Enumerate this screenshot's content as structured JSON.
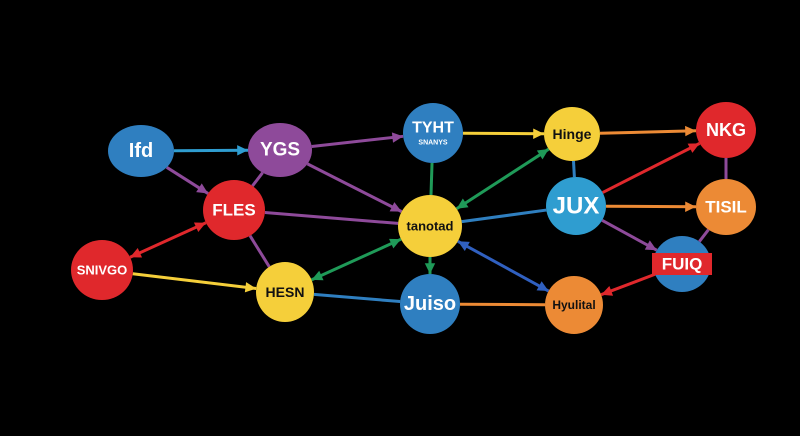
{
  "colors": {
    "background": "#000000",
    "blue": "#2f7fc0",
    "purple": "#8e4a9a",
    "red": "#e0282c",
    "yellow": "#f5cf3a",
    "orange": "#ec8a35",
    "lightblue": "#2f9dd0",
    "green": "#1f9a58"
  },
  "nodes": {
    "ifd": {
      "label": "Ifd",
      "color": "#2f7fc0",
      "text_color": "#ffffff"
    },
    "ygs": {
      "label": "YGS",
      "color": "#8e4a9a",
      "text_color": "#ffffff"
    },
    "fles": {
      "label": "FLES",
      "color": "#e0282c",
      "text_color": "#ffffff"
    },
    "snivgo": {
      "label": "SNIVGO",
      "color": "#e0282c",
      "text_color": "#ffffff"
    },
    "hesn": {
      "label": "HESN",
      "color": "#f5cf3a",
      "text_color": "#111111"
    },
    "tanotad": {
      "label": "tanotad",
      "color": "#f5cf3a",
      "text_color": "#111111"
    },
    "tyht": {
      "label": "TYHT",
      "sublabel": "SNANYS",
      "color": "#2f7fc0",
      "text_color": "#ffffff"
    },
    "juiso": {
      "label": "Juiso",
      "color": "#2f7fc0",
      "text_color": "#ffffff"
    },
    "hinge": {
      "label": "Hinge",
      "color": "#f5cf3a",
      "text_color": "#111111"
    },
    "jux": {
      "label": "JUX",
      "color": "#2f9dd0",
      "text_color": "#ffffff"
    },
    "nkg": {
      "label": "NKG",
      "color": "#e0282c",
      "text_color": "#ffffff"
    },
    "tisil": {
      "label": "TISIL",
      "color": "#ec8a35",
      "text_color": "#ffffff"
    },
    "fuiq": {
      "label": "FUIQ",
      "color": "#2f7fc0",
      "text_color": "#ffffff"
    },
    "hyulital": {
      "label": "Hyulital",
      "color": "#ec8a35",
      "text_color": "#111111"
    }
  },
  "edges": [
    {
      "from": "ifd",
      "to": "ygs",
      "type": "arrow",
      "color": "#2f9dd0"
    },
    {
      "from": "ifd",
      "to": "fles",
      "type": "arrow",
      "color": "#8e4a9a"
    },
    {
      "from": "ygs",
      "to": "tyht",
      "type": "arrow",
      "color": "#8e4a9a"
    },
    {
      "from": "ygs",
      "to": "tanotad",
      "type": "arrow",
      "color": "#8e4a9a"
    },
    {
      "from": "ygs",
      "to": "fles",
      "type": "line",
      "color": "#8e4a9a"
    },
    {
      "from": "fles",
      "to": "tanotad",
      "type": "line",
      "color": "#8e4a9a"
    },
    {
      "from": "fles",
      "to": "snivgo",
      "type": "double",
      "color": "#e0282c"
    },
    {
      "from": "fles",
      "to": "hesn",
      "type": "line",
      "color": "#8e4a9a"
    },
    {
      "from": "snivgo",
      "to": "hesn",
      "type": "arrow",
      "color": "#f5cf3a"
    },
    {
      "from": "hesn",
      "to": "tanotad",
      "type": "double",
      "color": "#1f9a58"
    },
    {
      "from": "hesn",
      "to": "juiso",
      "type": "line",
      "color": "#2f7fc0"
    },
    {
      "from": "tyht",
      "to": "tanotad",
      "type": "line",
      "color": "#1f9a58"
    },
    {
      "from": "tyht",
      "to": "hinge",
      "type": "arrow",
      "color": "#f5cf3a"
    },
    {
      "from": "tanotad",
      "to": "hinge",
      "type": "double",
      "color": "#1f9a58"
    },
    {
      "from": "tanotad",
      "to": "jux",
      "type": "line",
      "color": "#2f7fc0"
    },
    {
      "from": "tanotad",
      "to": "juiso",
      "type": "arrow",
      "color": "#1f9a58"
    },
    {
      "from": "tanotad",
      "to": "hyulital",
      "type": "double",
      "color": "#3060c0"
    },
    {
      "from": "juiso",
      "to": "hyulital",
      "type": "line",
      "color": "#ec8a35"
    },
    {
      "from": "hinge",
      "to": "nkg",
      "type": "arrow",
      "color": "#ec8a35"
    },
    {
      "from": "hinge",
      "to": "jux",
      "type": "line",
      "color": "#2f7fc0"
    },
    {
      "from": "jux",
      "to": "nkg",
      "type": "arrow",
      "color": "#e0282c"
    },
    {
      "from": "jux",
      "to": "tisil",
      "type": "arrow",
      "color": "#ec8a35"
    },
    {
      "from": "jux",
      "to": "fuiq",
      "type": "arrow",
      "color": "#8e4a9a"
    },
    {
      "from": "nkg",
      "to": "tisil",
      "type": "line",
      "color": "#8e4a9a"
    },
    {
      "from": "tisil",
      "to": "fuiq",
      "type": "line",
      "color": "#8e4a9a"
    },
    {
      "from": "fuiq",
      "to": "hyulital",
      "type": "arrow",
      "color": "#e0282c"
    }
  ]
}
